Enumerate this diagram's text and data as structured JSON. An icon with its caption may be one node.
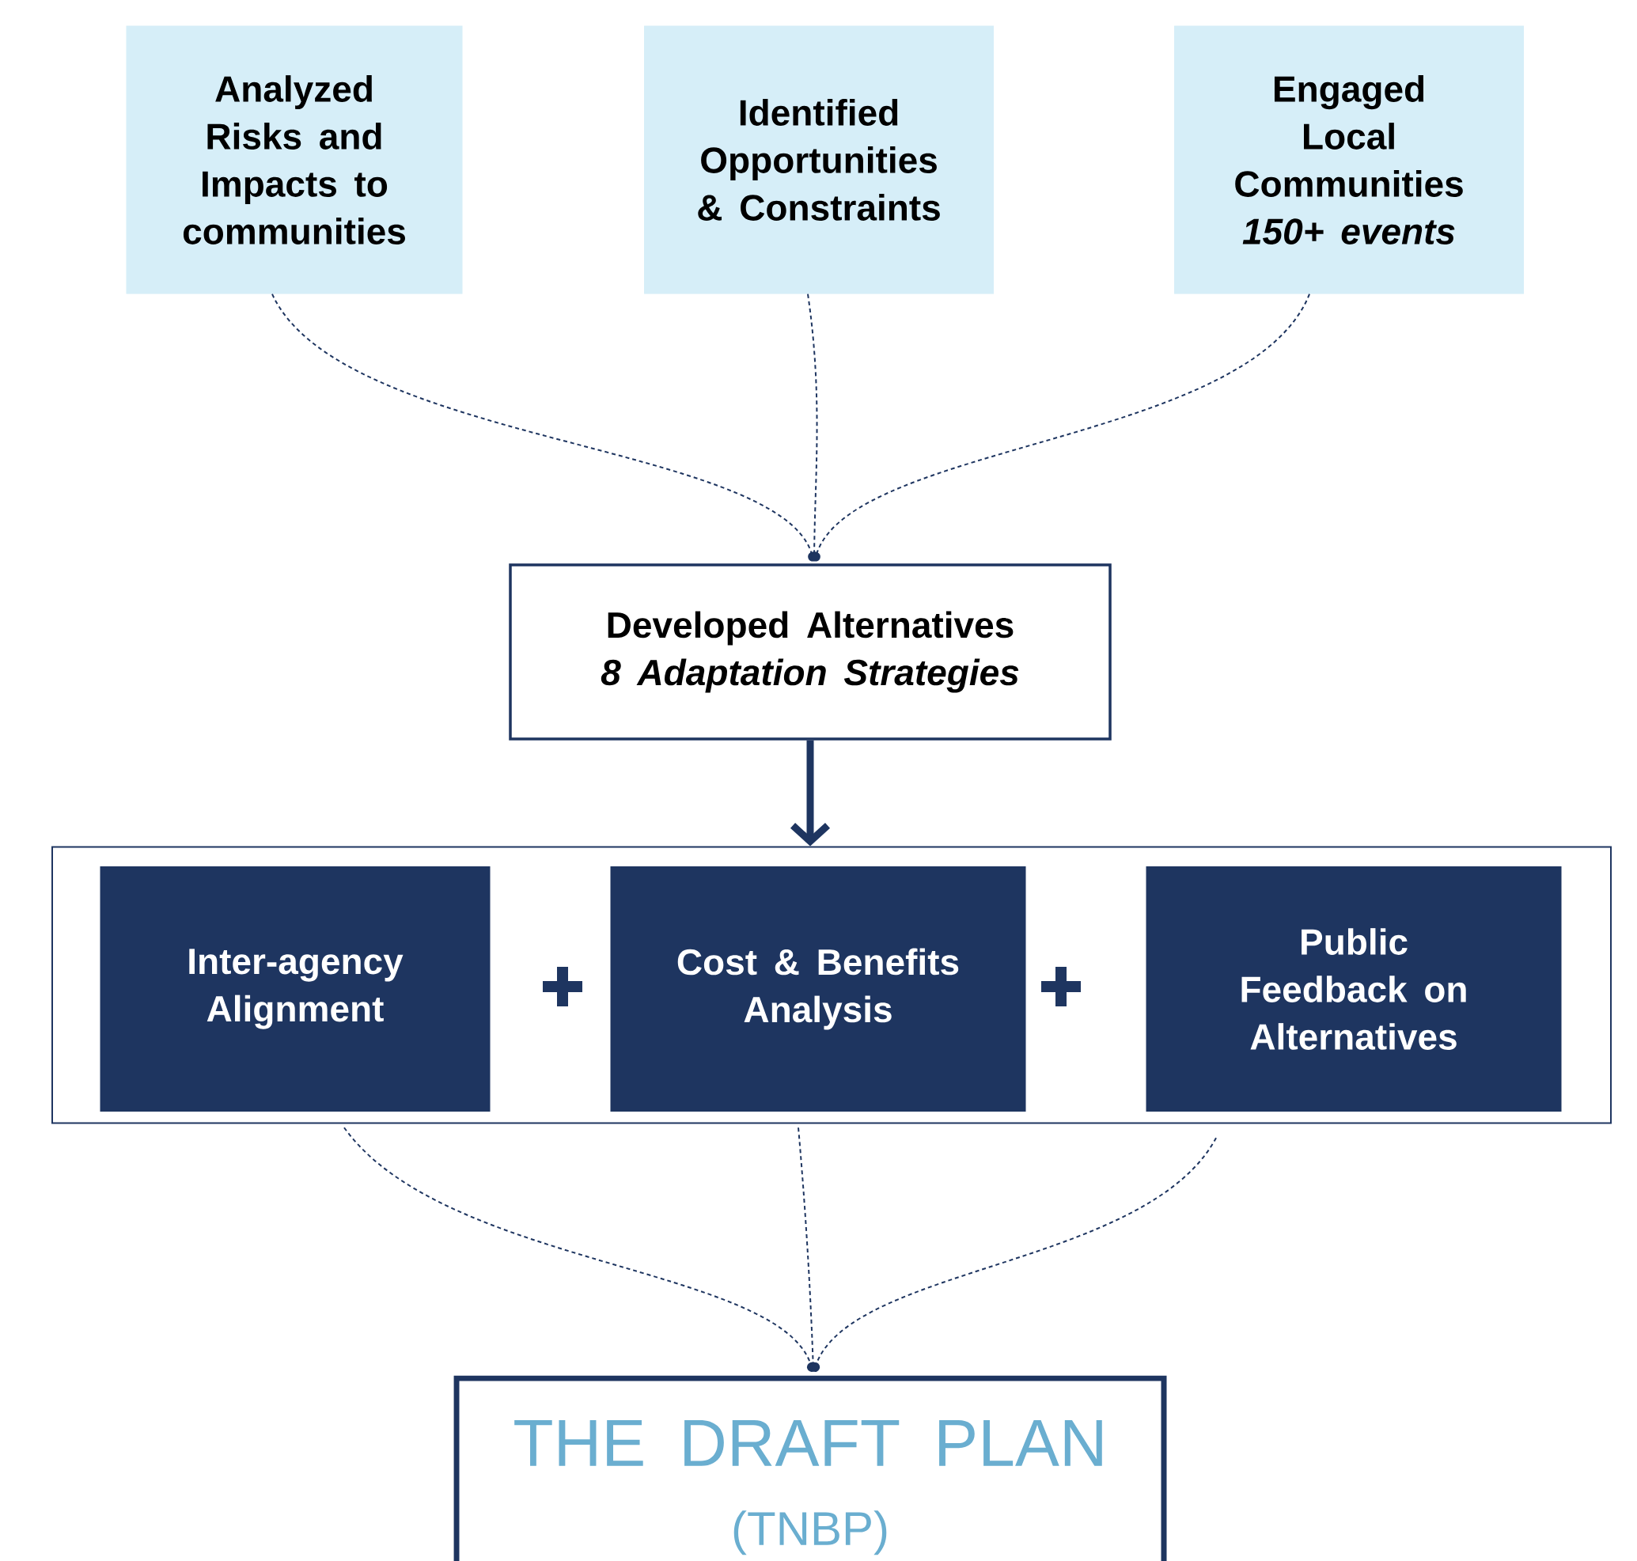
{
  "diagram": {
    "nodes": [
      {
        "text": [
          "Analyzed Risks and Impacts to communities"
        ]
      },
      {
        "text": [
          "Identified Opportunities & Constraints"
        ]
      },
      {
        "text": [
          "Engaged Local Communities",
          "150+ events"
        ]
      },
      {
        "text": [
          "Developed Alternatives",
          "8 Adaptation Strategies"
        ]
      },
      {
        "text": [],
        "shape": "box"
      },
      {
        "text": [
          "Inter-agency Alignment"
        ],
        "in": 4
      },
      {
        "text": [
          "Cost & Benefits Analysis"
        ],
        "in": 4
      },
      {
        "text": [
          "Public Feedback on Alternatives"
        ],
        "in": 4
      },
      {
        "text": [
          "THE DRAFT PLAN",
          "(TNBP)"
        ]
      }
    ],
    "edges": [
      {
        "from": 0,
        "to": 3,
        "arrow": "to",
        "style": "dashed"
      },
      {
        "from": 1,
        "to": 3,
        "arrow": "to",
        "style": "dashed"
      },
      {
        "from": 2,
        "to": 3,
        "arrow": "to",
        "style": "dashed"
      },
      {
        "from": 3,
        "to": 4,
        "arrow": "to",
        "style": "thick"
      },
      {
        "from": 5,
        "to": 8,
        "arrow": "to",
        "style": "dashed"
      },
      {
        "from": 6,
        "to": 8,
        "arrow": "to",
        "style": "dashed"
      },
      {
        "from": 7,
        "to": 8,
        "arrow": "to",
        "style": "dashed"
      }
    ]
  }
}
